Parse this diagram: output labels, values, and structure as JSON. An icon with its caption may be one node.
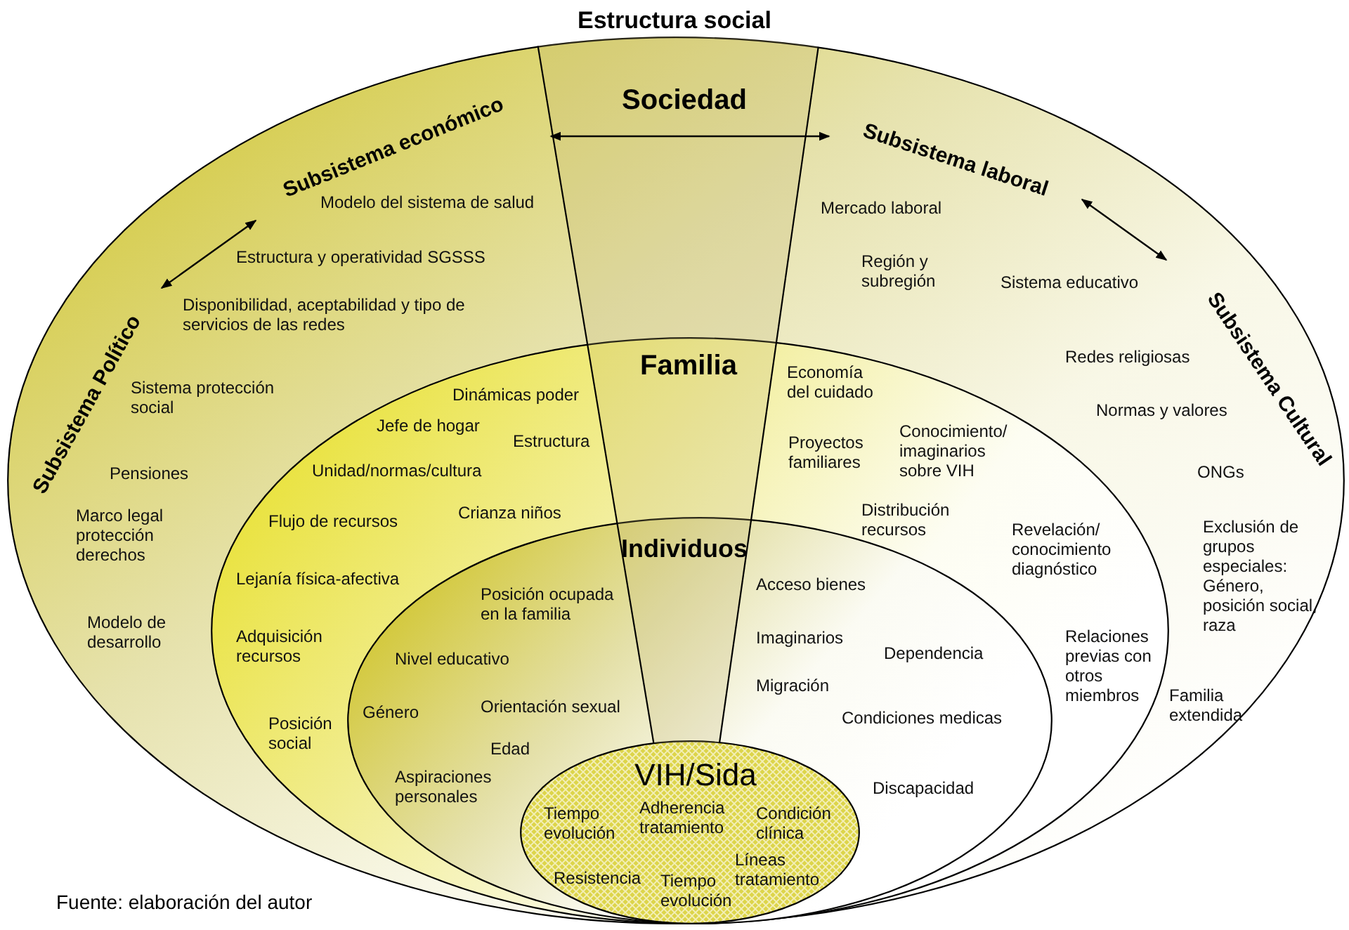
{
  "diagram": {
    "title": "Estructura social",
    "caption": "Fuente: elaboración del autor",
    "nodes": [
      {
        "text": [
          "Sociedad"
        ]
      },
      {
        "text": [
          "Familia"
        ],
        "in": 0
      },
      {
        "text": [
          "Individuos"
        ],
        "in": 1
      },
      {
        "text": [
          "VIH/Sida"
        ],
        "in": 2
      },
      {
        "text": [
          "Subsistema económico"
        ],
        "in": 0
      },
      {
        "text": [
          "Subsistema laboral"
        ],
        "in": 0
      },
      {
        "text": [
          "Subsistema Político"
        ],
        "in": 0
      },
      {
        "text": [
          "Subsistema Cultural"
        ],
        "in": 0
      }
    ],
    "edges": [
      {
        "from": 6,
        "to": 4,
        "arrow": "both"
      },
      {
        "from": 4,
        "to": 5,
        "arrow": "both"
      },
      {
        "from": 5,
        "to": 7,
        "arrow": "both"
      }
    ],
    "labels": [
      "Modelo del sistema de salud",
      "Mercado laboral",
      "Estructura y operatividad SGSSS",
      "Región y subregión",
      "Sistema educativo",
      "Disponibilidad, aceptabilidad y tipo de servicios de las redes",
      "Redes religiosas",
      "Economía del cuidado",
      "Sistema protección social",
      "Dinámicas poder",
      "Normas y valores",
      "Jefe de hogar",
      "Conocimiento/ imaginarios sobre VIH",
      "Estructura",
      "Proyectos familiares",
      "Unidad/normas/cultura",
      "Pensiones",
      "ONGs",
      "Distribución recursos",
      "Crianza niños",
      "Marco legal protección derechos",
      "Flujo de recursos",
      "Exclusión de grupos especiales: Género, posición social, raza",
      "Revelación/ conocimiento diagnóstico",
      "Lejanía física-afectiva",
      "Acceso bienes",
      "Posición ocupada en la familia",
      "Modelo de desarrollo",
      "Relaciones previas con otros miembros",
      "Adquisición recursos",
      "Imaginarios",
      "Dependencia",
      "Nivel educativo",
      "Migración",
      "Familia extendida",
      "Orientación sexual",
      "Género",
      "Condiciones medicas",
      "Posición social",
      "Edad",
      "Aspiraciones personales",
      "Discapacidad",
      "Adherencia tratamiento",
      "Tiempo evolución",
      "Condición clínica",
      "Líneas tratamiento",
      "Resistencia",
      "Tiempo evolución"
    ]
  }
}
